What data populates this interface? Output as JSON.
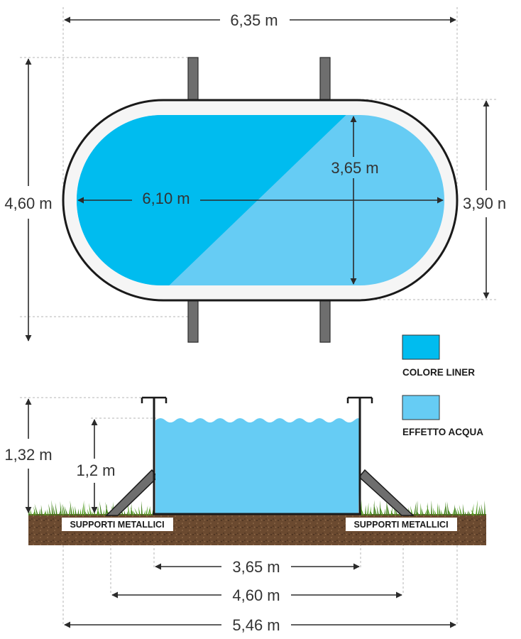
{
  "top_view": {
    "overall_width": "6,35 m",
    "overall_length": "4,60 m",
    "inner_length": "6,10 m",
    "inner_width": "3,65 m",
    "wall_width": "3,90 n"
  },
  "legend": {
    "items": [
      {
        "label": "COLORE LINER",
        "color": "#00bcef"
      },
      {
        "label": "EFFETTO ACQUA",
        "color": "#66ccf4"
      }
    ]
  },
  "side_view": {
    "total_height": "1,32 m",
    "water_height": "1,2 m",
    "support_left": "SUPPORTI METALLICI",
    "support_right": "SUPPORTI METALLICI",
    "pool_width": "3,65 m",
    "support_span": "4,60 m",
    "total_width": "5,46 m"
  },
  "colors": {
    "liner": "#00bcef",
    "water": "#66ccf4",
    "rail": "#4d4d4d",
    "rail_fill": "#6e6e6e",
    "soil": "#6b4a30",
    "grass": "#4f9a1f",
    "outline": "#1a1a1a"
  }
}
